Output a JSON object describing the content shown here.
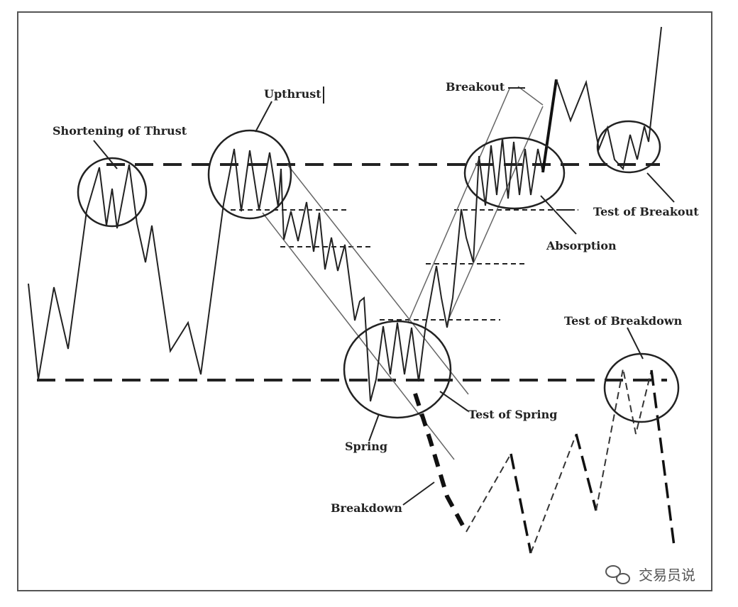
{
  "labels": {
    "shortening_of_thrust": "Shortening of Thrust",
    "upthrust": "Upthrust",
    "breakout": "Breakout",
    "test_of_breakout": "Test of Breakout",
    "absorption": "Absorption",
    "test_of_breakdown": "Test of Breakdown",
    "test_of_spring": "Test of Spring",
    "spring": "Spring",
    "breakdown": "Breakdown"
  },
  "watermark": {
    "text": "交易员说",
    "icon": "wechat-icon"
  },
  "colors": {
    "ink": "#222222",
    "light_ink": "#555555",
    "frame": "#555555"
  }
}
